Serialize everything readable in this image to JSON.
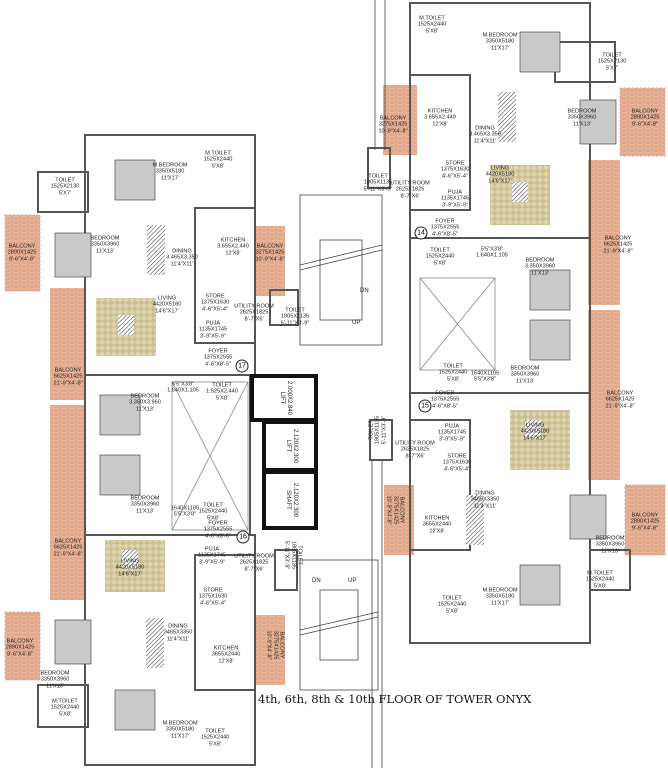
{
  "title": "4th, 6th, 8th & 10th FLOOR OF TOWER ONYX",
  "colors": {
    "wall": "#555555",
    "balcony": "#e8b49a",
    "core": "#111111",
    "living_rug": "#d9cfa8",
    "bed": "#bdbdbd"
  },
  "flat_numbers": [
    "17",
    "16",
    "14",
    "15"
  ],
  "core": [
    {
      "label": "LIFT",
      "size": "2.000X2.840"
    },
    {
      "label": "LIFT",
      "size": "2.120X2.300"
    },
    {
      "label": "SHAFT",
      "size": "2.120X2.300"
    }
  ],
  "stairs": {
    "top": [
      "DN",
      "UP"
    ],
    "bottom": [
      "DN",
      "UP"
    ]
  },
  "rooms": [
    {
      "name": "M.TOILET",
      "size": "1525X2440",
      "imperial": "5'X8'"
    },
    {
      "name": "M.BEDROOM",
      "size": "3350X5180",
      "imperial": "11'X17'"
    },
    {
      "name": "TOILET",
      "size": "1525X2130",
      "imperial": "5'X7'"
    },
    {
      "name": "BEDROOM",
      "size": "3350X3960",
      "imperial": "11'X13'"
    },
    {
      "name": "BALCONY",
      "size": "2890X1425",
      "imperial": "9'-6\"X4'-8\""
    },
    {
      "name": "DINING",
      "size": "3.465X3.350",
      "imperial": "11'4\"X11'"
    },
    {
      "name": "KITCHEN",
      "size": "3.655X2.440",
      "imperial": "12'X8'"
    },
    {
      "name": "BALCONY",
      "size": "3275X1425",
      "imperial": "10'-9\"X4'-8\""
    },
    {
      "name": "STORE",
      "size": "1375X1630",
      "imperial": "4'-6\"X5'-4\""
    },
    {
      "name": "UTILITY ROOM",
      "size": "2625X1825",
      "imperial": "8'-7\"X6'"
    },
    {
      "name": "TOILET",
      "size": "1805X1135",
      "imperial": "5'-11\"X3'-9\""
    },
    {
      "name": "PUJA",
      "size": "1135X1745",
      "imperial": "3'-9\"X5'-9\""
    },
    {
      "name": "LIVING",
      "size": "4420X5180",
      "imperial": "14'6\"X17'"
    },
    {
      "name": "FOYER",
      "size": "1375X2555",
      "imperial": "4'-6\"X8'-5\""
    },
    {
      "name": "BALCONY",
      "size": "6625X1425",
      "imperial": "21'-9\"X4'-8\""
    },
    {
      "name": "",
      "size": "5'5\"X3'8\"",
      "imperial": "1.640X1.105"
    },
    {
      "name": "TOILET",
      "size": "1.525X2.440",
      "imperial": "5'X8'"
    },
    {
      "name": "BEDROOM",
      "size": "3.350X3.960",
      "imperial": "11'X13'"
    },
    {
      "name": "BEDROOM",
      "size": "3350X3960",
      "imperial": "11'X13'"
    },
    {
      "name": "",
      "size": "1640X1105",
      "imperial": "5'5\"X3'8\""
    },
    {
      "name": "TOILET",
      "size": "1525X2440",
      "imperial": "5'X8'"
    },
    {
      "name": "BALCONY",
      "size": "6625X1425",
      "imperial": "21'-9\"X4'-8\""
    },
    {
      "name": "FOYER",
      "size": "1375X2555",
      "imperial": "4'-6\"X8'-5\""
    },
    {
      "name": "LIVING",
      "size": "4420X5180",
      "imperial": "14'6\"X17'"
    },
    {
      "name": "PUJA",
      "size": "1135X1745",
      "imperial": "3'-9\"X5'-9\""
    },
    {
      "name": "UTILITY ROOM",
      "size": "2625X1825",
      "imperial": "8'-7\"X6'"
    },
    {
      "name": "TOILET",
      "size": "1805X1135",
      "imperial": "5'-11\"X3'-9\""
    },
    {
      "name": "STORE",
      "size": "1375X1630",
      "imperial": "4'-6\"X5'-4\""
    },
    {
      "name": "DINING",
      "size": "3465X3350",
      "imperial": "11'4\"X11'"
    },
    {
      "name": "KITCHEN",
      "size": "3655X2440",
      "imperial": "12'X8'"
    },
    {
      "name": "BALCONY",
      "size": "3275X1425",
      "imperial": "10'-9\"X4'-8\""
    },
    {
      "name": "BALCONY",
      "size": "2890X1425",
      "imperial": "9'-6\"X4'-8\""
    },
    {
      "name": "BEDROOM",
      "size": "3350X3960",
      "imperial": "11'X13'"
    },
    {
      "name": "M.TOILET",
      "size": "1525X2440",
      "imperial": "5'X8'"
    },
    {
      "name": "M.BEDROOM",
      "size": "3350X5180",
      "imperial": "11'X17'"
    },
    {
      "name": "TOILET",
      "size": "1525X2440",
      "imperial": "5'X8'"
    },
    {
      "name": "M.TOILET",
      "size": "1525X2440",
      "imperial": "5'X8'"
    },
    {
      "name": "M.BEDROOM",
      "size": "3350X5180",
      "imperial": "11'X17'"
    },
    {
      "name": "TOILET",
      "size": "1525X2130",
      "imperial": "5'X7'"
    },
    {
      "name": "KITCHEN",
      "size": "3.655X2.440",
      "imperial": "12'X8'"
    },
    {
      "name": "BALCONY",
      "size": "3275X1425",
      "imperial": "10'-9\"X4'-8\""
    },
    {
      "name": "DINING",
      "size": "3.465X3.350",
      "imperial": "11'4\"X11'"
    },
    {
      "name": "BEDROOM",
      "size": "3350X3960",
      "imperial": "11'X13'"
    },
    {
      "name": "BALCONY",
      "size": "2890X1425",
      "imperial": "9'-6\"X4'-8\""
    },
    {
      "name": "STORE",
      "size": "1375X1630",
      "imperial": "4'-6\"X5'-4\""
    },
    {
      "name": "UTILITY ROOM",
      "size": "2625X1825",
      "imperial": "8'-7\"X6'"
    },
    {
      "name": "TOILET",
      "size": "1805X1135",
      "imperial": "5'-11\"X3'-9\""
    },
    {
      "name": "LIVING",
      "size": "4420X5180",
      "imperial": "14'6\"X17'"
    },
    {
      "name": "PUJA",
      "size": "1135X1745",
      "imperial": "3'-9\"X5'-9\""
    },
    {
      "name": "FOYER",
      "size": "1375X2555",
      "imperial": "4'-6\"X8'-5\""
    },
    {
      "name": "BALCONY",
      "size": "6625X1425",
      "imperial": "21'-9\"X4'-8\""
    },
    {
      "name": "TOILET",
      "size": "1525X2440",
      "imperial": "5'X8'"
    },
    {
      "name": "",
      "size": "5'5\"X3'8\"",
      "imperial": "1.640X1.105"
    },
    {
      "name": "BEDROOM",
      "size": "3.350X3960",
      "imperial": "11'X13'"
    },
    {
      "name": "TOILET",
      "size": "1525X2440",
      "imperial": "5'X8'"
    },
    {
      "name": "",
      "size": "1640X1105",
      "imperial": "5'5\"X3'8\""
    },
    {
      "name": "BEDROOM",
      "size": "3350X3960",
      "imperial": "11'X13'"
    },
    {
      "name": "FOYER",
      "size": "1375X2555",
      "imperial": "4'-6\"X8'-5\""
    },
    {
      "name": "BALCONY",
      "size": "6625X1425",
      "imperial": "21'-9\"X4'-8\""
    },
    {
      "name": "PUJA",
      "size": "1135X1745",
      "imperial": "3'-9\"X5'-9\""
    },
    {
      "name": "LIVING",
      "size": "4420X5180",
      "imperial": "14'6\"X17'"
    },
    {
      "name": "UTILITY ROOM",
      "size": "2625X1825",
      "imperial": "8'-7\"X6'"
    },
    {
      "name": "TOILET",
      "size": "1805X1135",
      "imperial": "5'-11\"X3'-9\""
    },
    {
      "name": "STORE",
      "size": "1375X1630",
      "imperial": "4'-6\"X5'-4\""
    },
    {
      "name": "DINING",
      "size": "3465X3350",
      "imperial": "11'4\"X11'"
    },
    {
      "name": "KITCHEN",
      "size": "3655X2440",
      "imperial": "12'X8'"
    },
    {
      "name": "BALCONY",
      "size": "3275X1425",
      "imperial": "10'-9\"X4'-8\""
    },
    {
      "name": "BEDROOM",
      "size": "3350X3960",
      "imperial": "11'X13'"
    },
    {
      "name": "BALCONY",
      "size": "2890X1425",
      "imperial": "9'-6\"X4'-8\""
    },
    {
      "name": "M.BEDROOM",
      "size": "3350X5180",
      "imperial": "11'X17'"
    },
    {
      "name": "TOILET",
      "size": "1525X2440",
      "imperial": "5'X8'"
    },
    {
      "name": "M.TOILET",
      "size": "1525X2440",
      "imperial": "5'X8'"
    }
  ]
}
